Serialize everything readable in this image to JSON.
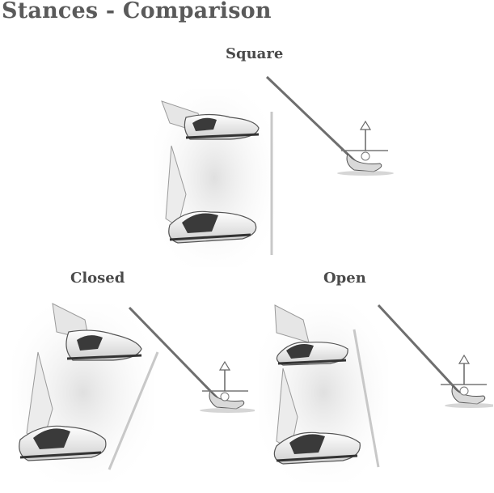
{
  "title": "Stances - Comparison",
  "stances": [
    {
      "label": "Square"
    },
    {
      "label": "Closed"
    },
    {
      "label": "Open"
    }
  ],
  "colors": {
    "title_text": "#5a5a5a",
    "label_text": "#4a4a4a",
    "shoe_white": "#f2f2f2",
    "shoe_dark": "#3a3a3a",
    "club_shaft": "#6e6e6e",
    "line_guide": "#c8c8c8"
  },
  "icons": [
    "golf-shoe-icon",
    "golf-club-icon",
    "golf-ball-icon",
    "arrow-up-icon"
  ]
}
